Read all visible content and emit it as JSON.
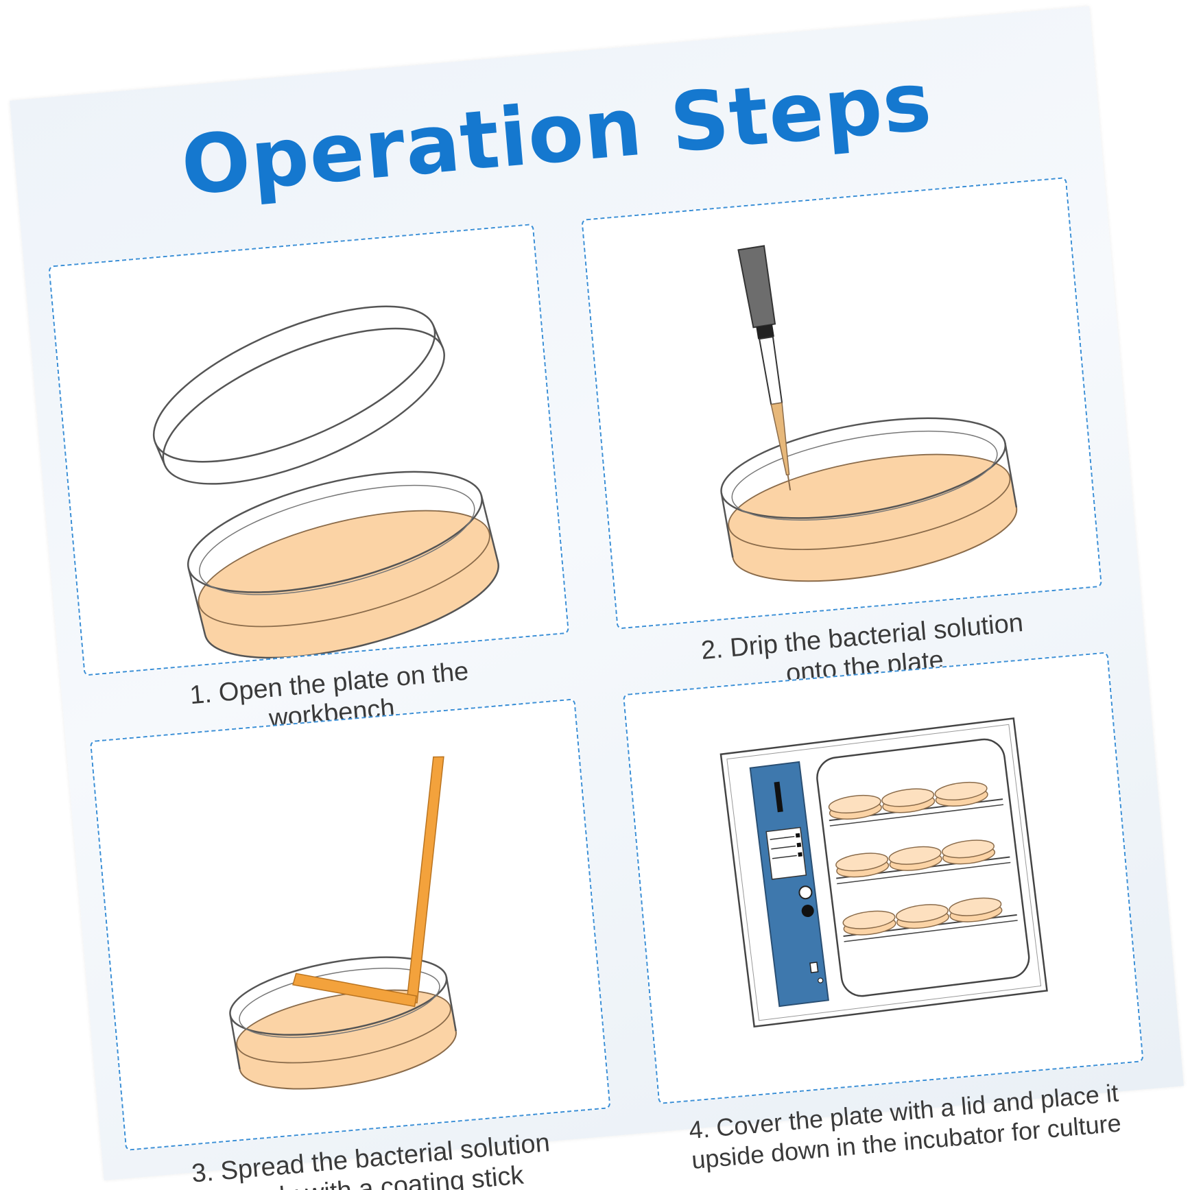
{
  "title": "Operation Steps",
  "steps": [
    {
      "line1": "1. Open the plate on the",
      "line2": "workbench"
    },
    {
      "line1": "2. Drip the bacterial solution",
      "line2": "onto the plate"
    },
    {
      "line1": "3. Spread the bacterial solution",
      "line2": "evenly with a coating stick"
    },
    {
      "line1": "4. Cover the plate with a lid and place it",
      "line2": "upside down in the incubator for culture"
    }
  ],
  "colors": {
    "title": "#1578cf",
    "panel_border": "#3b8fd6",
    "agar": "#fbd3a5",
    "stick": "#f3a23c",
    "incubator_panel": "#3e78ad"
  }
}
